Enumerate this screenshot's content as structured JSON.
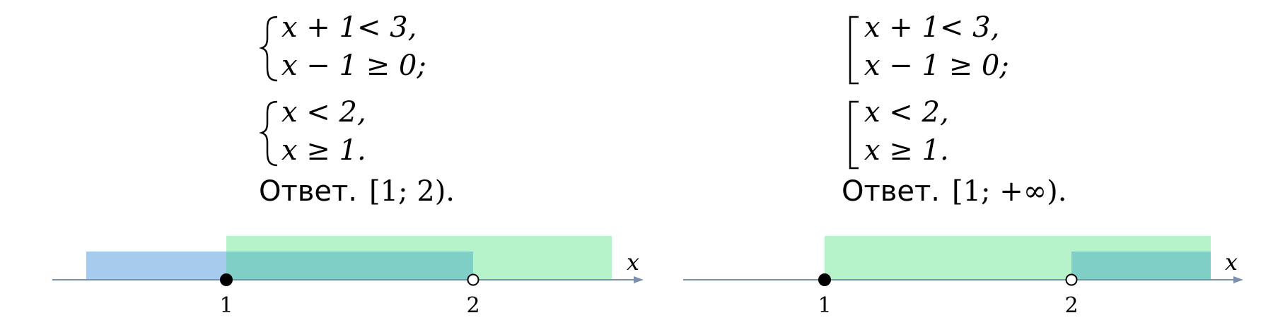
{
  "left": {
    "system1": [
      "x + 1< 3,",
      "x − 1 ≥ 0;"
    ],
    "system2": [
      "x < 2,",
      "x ≥ 1."
    ],
    "answer_label": "Ответ.",
    "answer_value": "[1; 2).",
    "axis_label": "x",
    "points": [
      {
        "value": 1,
        "label": "1",
        "filled": true
      },
      {
        "value": 2,
        "label": "2",
        "filled": false
      }
    ],
    "ranges": [
      {
        "set": "x < 2",
        "from": null,
        "to": 2,
        "color": "#a7cbec"
      },
      {
        "set": "x ≥ 1",
        "from": 1,
        "to": null,
        "color": "#b6f3cb"
      }
    ],
    "overlap_color": "#7fcfc6"
  },
  "right": {
    "system1": [
      "x + 1< 3,",
      "x − 1 ≥ 0;"
    ],
    "system2": [
      "x < 2,",
      "x ≥ 1."
    ],
    "answer_label": "Ответ.",
    "answer_value": "[1; +∞).",
    "axis_label": "x",
    "points": [
      {
        "value": 1,
        "label": "1",
        "filled": true
      },
      {
        "value": 2,
        "label": "2",
        "filled": false
      }
    ],
    "ranges": [
      {
        "set": "x ≥ 1",
        "from": 1,
        "to": null,
        "color": "#b6f3cb"
      },
      {
        "set": "x ≥ 2",
        "from": 2,
        "to": null,
        "color": "#7fcfc6"
      }
    ]
  }
}
